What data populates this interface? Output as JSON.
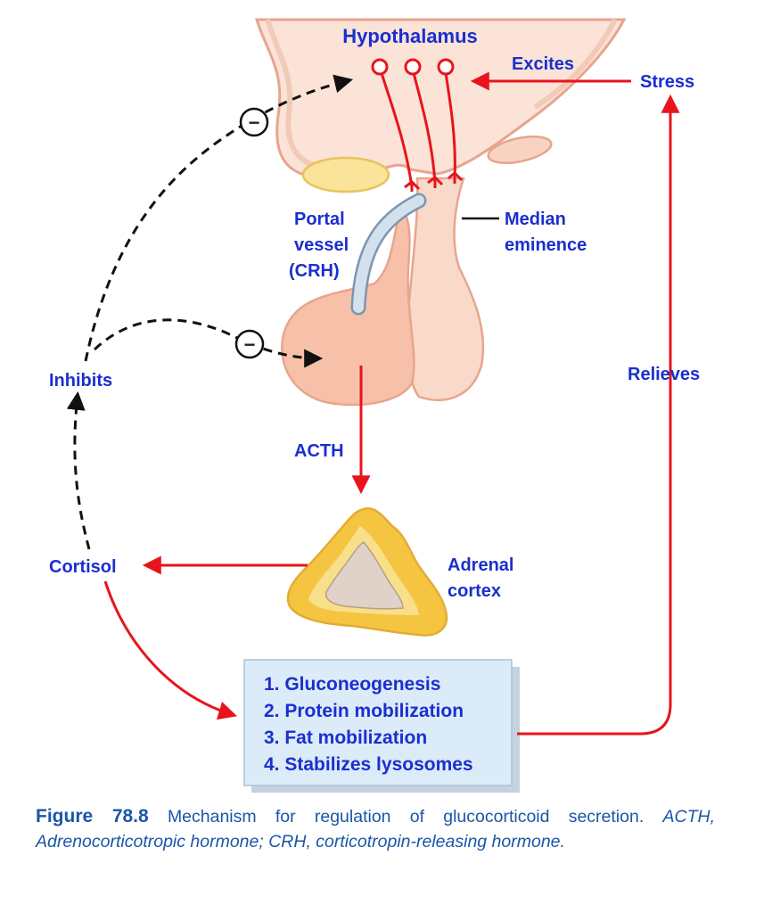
{
  "labels": {
    "hypothalamus": "Hypothalamus",
    "excites": "Excites",
    "stress": "Stress",
    "portal_vessel": [
      "Portal",
      "vessel",
      "(CRH)"
    ],
    "median_eminence": [
      "Median",
      "eminence"
    ],
    "inhibits": "Inhibits",
    "relieves": "Relieves",
    "acth": "ACTH",
    "adrenal_cortex": [
      "Adrenal",
      "cortex"
    ],
    "cortisol": "Cortisol",
    "minus_symbol": "−"
  },
  "effects": [
    "1.  Gluconeogenesis",
    "2.  Protein mobilization",
    "3.  Fat mobilization",
    "4.  Stabilizes lysosomes"
  ],
  "caption": {
    "figure": "Figure 78.8",
    "title": "Mechanism for regulation of glucocorticoid secretion.",
    "abbreviations": "ACTH, Adrenocorticotropic hormone; CRH, corticotropin-releasing hormone."
  },
  "colors": {
    "label": "#1a2fcf",
    "arrow_red": "#e8141c",
    "hypothalamus_fill": "#fbe3d8",
    "pituitary_anterior": "#f7c0a8",
    "pituitary_posterior": "#f9d9c9",
    "adrenal_outer": "#f5c542",
    "effects_box": "#dcebf8"
  }
}
